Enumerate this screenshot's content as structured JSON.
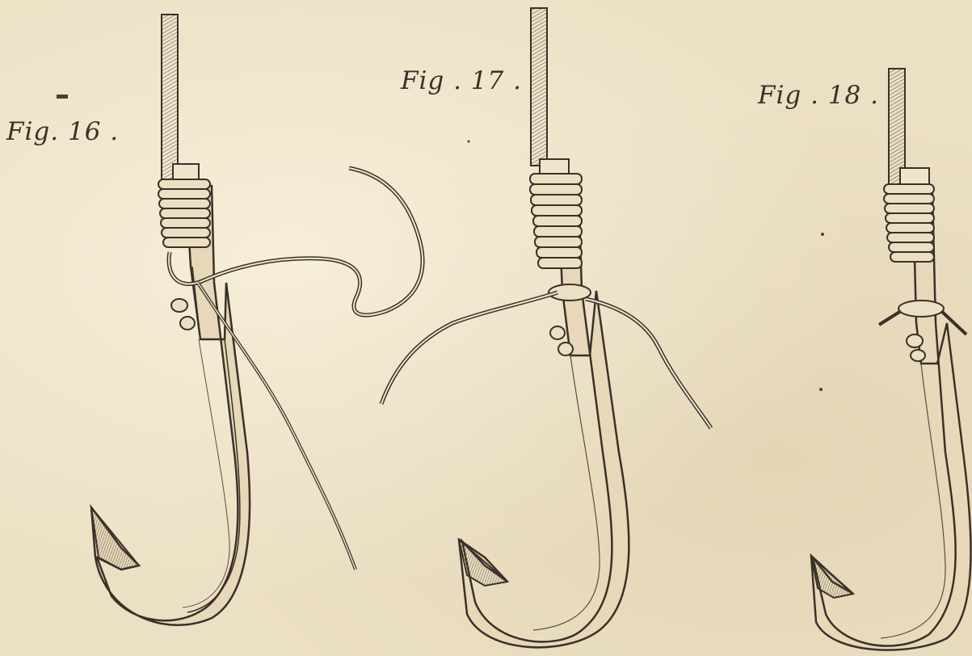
{
  "figures": [
    {
      "id": "fig16",
      "label": "Fig. 16 ."
    },
    {
      "id": "fig17",
      "label": "Fig . 17 ."
    },
    {
      "id": "fig18",
      "label": "Fig . 18 ."
    }
  ],
  "colors": {
    "paper": "#ece0c4",
    "ink": "#3a3128",
    "line": "#5a4e40"
  }
}
